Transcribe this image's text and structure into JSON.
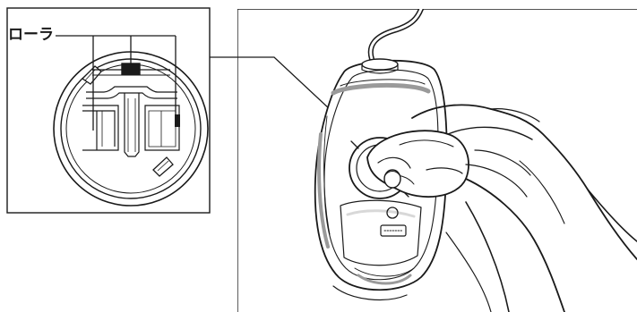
{
  "inset": {
    "label": "ローラ",
    "pointer_count": 3
  },
  "colors": {
    "line": "#1a1a1a",
    "background": "#ffffff",
    "shade": "#9a9a9a",
    "light_shade": "#d8d8d8"
  },
  "icons": {
    "inset_panel": "roller-detail-inset",
    "mouse": "mouse-underside-illustration",
    "hand": "hand-with-cloth"
  }
}
